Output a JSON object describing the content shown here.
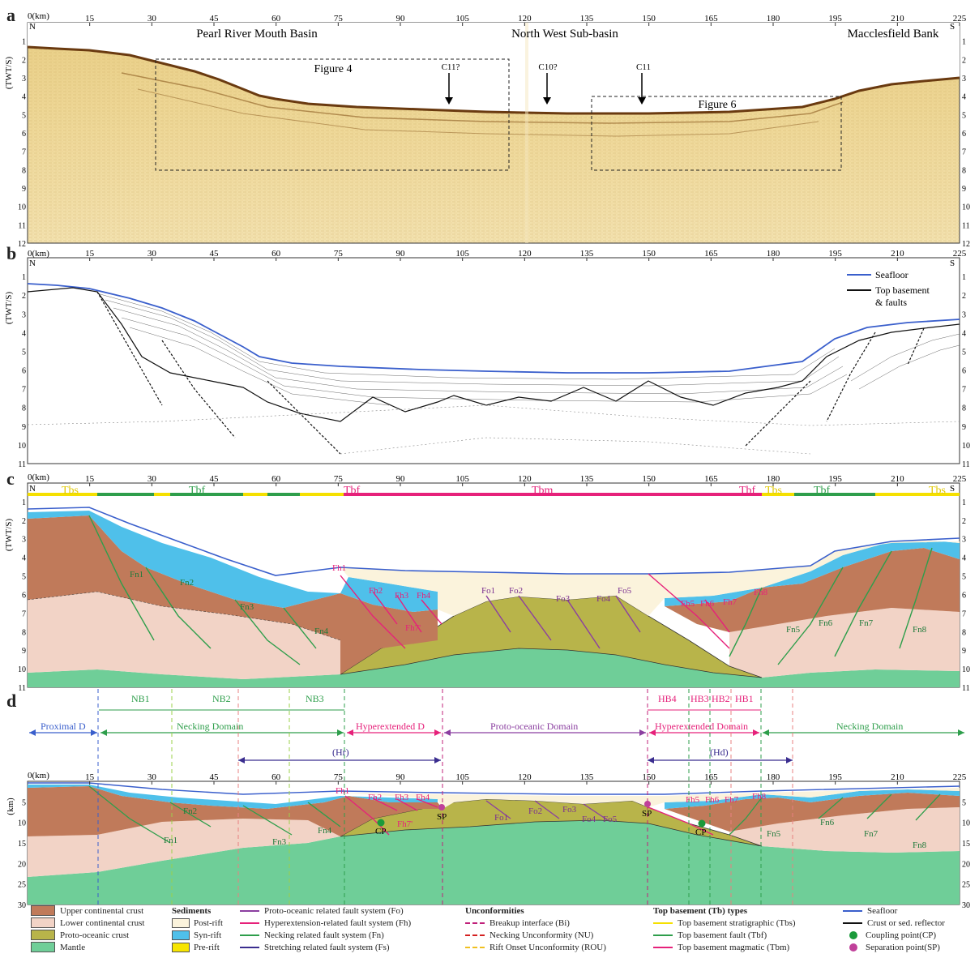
{
  "panels": {
    "a": "a",
    "b": "b",
    "c": "c",
    "d": "d"
  },
  "axis": {
    "km_label": "0(km)",
    "km_ticks": [
      "15",
      "30",
      "45",
      "60",
      "75",
      "90",
      "105",
      "120",
      "135",
      "150",
      "165",
      "180",
      "195",
      "210",
      "225"
    ],
    "twt_label": "(TWT/S)",
    "twt_ticks_a": [
      "1",
      "2",
      "3",
      "4",
      "5",
      "6",
      "7",
      "8",
      "9",
      "10",
      "11",
      "12"
    ],
    "twt_ticks_b": [
      "1",
      "2",
      "3",
      "4",
      "5",
      "6",
      "7",
      "8",
      "9",
      "10",
      "11"
    ],
    "twt_ticks_c": [
      "1",
      "2",
      "3",
      "4",
      "5",
      "6",
      "7",
      "8",
      "9",
      "10",
      "11"
    ],
    "depth_label": "(km)",
    "depth_ticks": [
      "5",
      "10",
      "15",
      "20",
      "25",
      "30"
    ],
    "north": "N",
    "south": "S",
    "zero": "0"
  },
  "panel_a": {
    "basin_left": "Pearl River Mouth Basin",
    "basin_center": "North West Sub-basin",
    "basin_right": "Macclesfield Bank",
    "fig4": "Figure 4",
    "fig6": "Figure 6",
    "markers": [
      "C11?",
      "C10?",
      "C11"
    ]
  },
  "panel_b": {
    "legend_seafloor": "Seafloor",
    "legend_basement": "Top basement",
    "legend_basement2": "& faults"
  },
  "panel_c": {
    "tb_labels": [
      "Tbs",
      "Tbf",
      "Tbf",
      "Tbm",
      "Tbf",
      "Tbs",
      "Tbf",
      "Tbs"
    ],
    "faults_fn": [
      "Fn1",
      "Fn2",
      "Fn3",
      "Fn4",
      "Fn5",
      "Fn6",
      "Fn7",
      "Fn8"
    ],
    "faults_fh": [
      "Fh1",
      "Fh2",
      "Fh3",
      "Fh4",
      "Fh7'",
      "Fh5",
      "Fh6",
      "Fh7",
      "Fh8"
    ],
    "faults_fo": [
      "Fo1",
      "Fo2",
      "Fo3",
      "Fo4",
      "Fo5"
    ]
  },
  "panel_d": {
    "segments": [
      "NB1",
      "NB2",
      "NB3",
      "HB4",
      "HB3",
      "HB2",
      "HB1"
    ],
    "domains": [
      "Proximal D",
      "Necking Domain",
      "Hyperextended D",
      "Proto-oceanic Domain",
      "Hyperextended Domain",
      "Necking Domain"
    ],
    "hr": "(Hr)",
    "hd": "(Hd)",
    "faults_fn": [
      "Fn1",
      "Fn2",
      "Fn3",
      "Fn4",
      "Fn5",
      "Fn6",
      "Fn7",
      "Fn8"
    ],
    "faults_fh": [
      "Fh1",
      "Fh2",
      "Fh3",
      "Fh4",
      "Fh7'",
      "Fh5",
      "Fh6",
      "Fh7",
      "Fh8"
    ],
    "faults_fo": [
      "Fo1",
      "Fo2",
      "Fo3",
      "Fo4",
      "Fo5"
    ],
    "cp": "CP",
    "sp": "SP"
  },
  "legend": {
    "crust": [
      "Upper continental crust",
      "Lower continental crust",
      "Proto-oceanic crust",
      "Mantle"
    ],
    "crust_colors": [
      "#c07a5a",
      "#f2d3c6",
      "#b8b44a",
      "#6fce98"
    ],
    "sediments_title": "Sediments",
    "sediments": [
      "Post-rift",
      "Syn-rift",
      "Pre-rift"
    ],
    "sediment_colors": [
      "#fbf3dc",
      "#4fc0ea",
      "#f7e500"
    ],
    "faults": [
      "Proto-oceanic related fault system (Fo)",
      "Hyperextension-related fault system (Fh)",
      "Necking related fault system (Fn)",
      "Stretching related fault system (Fs)"
    ],
    "fault_colors": [
      "#8b3fa0",
      "#e6217a",
      "#2e9e4b",
      "#3a2d8f"
    ],
    "unconf_title": "Unconformities",
    "unconf": [
      "Breakup interface (Bi)",
      "Necking Unconformity (NU)",
      "Rift Onset Unconformity (ROU)"
    ],
    "unconf_colors": [
      "#c0207a",
      "#d42020",
      "#f0c020"
    ],
    "tb_title": "Top basement (Tb) types",
    "tb": [
      "Top basement stratigraphic (Tbs)",
      "Top basement fault (Tbf)",
      "Top basement magmatic (Tbm)"
    ],
    "tb_colors": [
      "#f5e000",
      "#2e9e4b",
      "#e6217a"
    ],
    "misc": [
      "Seafloor",
      "Crust or sed. reflector",
      "Coupling point(CP)",
      "Separation point(SP)"
    ],
    "misc_colors": [
      "#3a5fcc",
      "#111111",
      "#1a9a3a",
      "#c0409a"
    ]
  }
}
